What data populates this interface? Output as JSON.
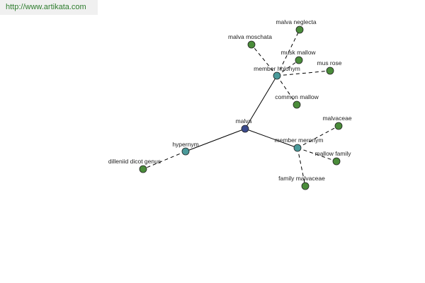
{
  "watermark": "http://www.artikata.com",
  "colors": {
    "root": "#3a4a8c",
    "relation": "#4a9a9a",
    "leaf": "#4a8c3a",
    "edge": "#000000",
    "node_stroke": "#222222"
  },
  "nodes": [
    {
      "id": "malva",
      "label": "malva",
      "kind": "root"
    },
    {
      "id": "member_holonym",
      "label": "member holonym",
      "kind": "relation"
    },
    {
      "id": "hypernym",
      "label": "hypernym",
      "kind": "relation"
    },
    {
      "id": "member_meronym",
      "label": "member meronym",
      "kind": "relation"
    },
    {
      "id": "malva_neglecta",
      "label": "malva neglecta",
      "kind": "leaf"
    },
    {
      "id": "malva_moschata",
      "label": "malva moschata",
      "kind": "leaf"
    },
    {
      "id": "musk_mallow",
      "label": "musk mallow",
      "kind": "leaf"
    },
    {
      "id": "mus_rose",
      "label": "mus rose",
      "kind": "leaf"
    },
    {
      "id": "common_mallow",
      "label": "common mallow",
      "kind": "leaf"
    },
    {
      "id": "malvaceae",
      "label": "malvaceae",
      "kind": "leaf"
    },
    {
      "id": "mallow_family",
      "label": "mallow family",
      "kind": "leaf"
    },
    {
      "id": "family_malvaceae",
      "label": "family malvaceae",
      "kind": "leaf"
    },
    {
      "id": "dilleniid_dicot_genus",
      "label": "dilleniid dicot genus",
      "kind": "leaf"
    }
  ],
  "edges": [
    {
      "from": "malva",
      "to": "member_holonym",
      "style": "solid"
    },
    {
      "from": "malva",
      "to": "hypernym",
      "style": "solid"
    },
    {
      "from": "malva",
      "to": "member_meronym",
      "style": "solid"
    },
    {
      "from": "member_holonym",
      "to": "malva_neglecta",
      "style": "dashed"
    },
    {
      "from": "member_holonym",
      "to": "malva_moschata",
      "style": "dashed"
    },
    {
      "from": "member_holonym",
      "to": "musk_mallow",
      "style": "dashed"
    },
    {
      "from": "member_holonym",
      "to": "mus_rose",
      "style": "dashed"
    },
    {
      "from": "member_holonym",
      "to": "common_mallow",
      "style": "dashed"
    },
    {
      "from": "member_meronym",
      "to": "malvaceae",
      "style": "dashed"
    },
    {
      "from": "member_meronym",
      "to": "mallow_family",
      "style": "dashed"
    },
    {
      "from": "member_meronym",
      "to": "family_malvaceae",
      "style": "dashed"
    },
    {
      "from": "hypernym",
      "to": "dilleniid_dicot_genus",
      "style": "dashed"
    }
  ]
}
